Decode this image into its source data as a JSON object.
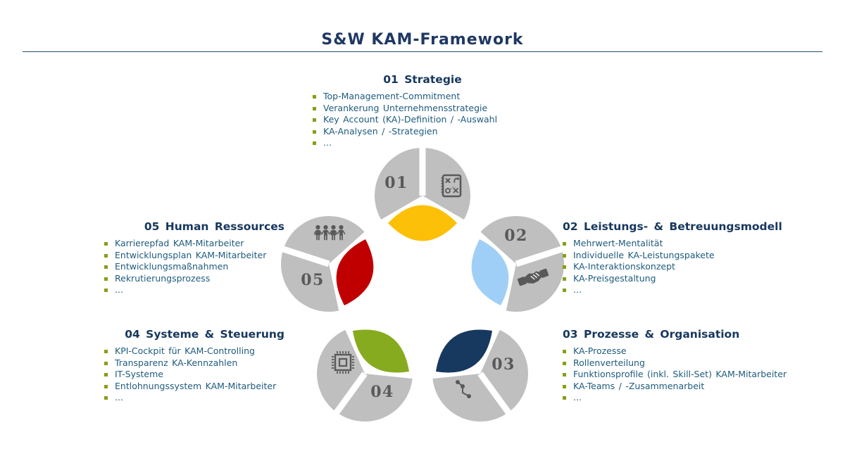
{
  "title": "S&W KAM-Framework",
  "colors": {
    "heading": "#17375E",
    "title": "#1F3864",
    "body_text": "#1E5B7D",
    "bullet": "#84A016",
    "segment_gray": "#BFBFBF",
    "number_gray": "#595959",
    "divider_line": "#1F4E74"
  },
  "sections": [
    {
      "num": "01",
      "heading": "01 Strategie",
      "color": "#FDC008",
      "icon": "strategy-playbook",
      "items": [
        "Top-Management-Commitment",
        "Verankerung Unternehmensstrategie",
        "Key Account (KA)-Definition / -Auswahl",
        "KA-Analysen / -Strategien",
        "..."
      ]
    },
    {
      "num": "02",
      "heading": "02 Leistungs- & Betreuungsmodell",
      "color": "#9FCFF6",
      "icon": "handshake",
      "items": [
        "Mehrwert-Mentalität",
        "Individuelle KA-Leistungspakete",
        "KA-Interaktionskonzept",
        "KA-Preisgestaltung",
        "..."
      ]
    },
    {
      "num": "03",
      "heading": "03 Prozesse & Organisation",
      "color": "#17395F",
      "icon": "process-flow",
      "items": [
        "KA-Prozesse",
        "Rollenverteilung",
        "Funktionsprofile (inkl. Skill-Set) KAM-Mitarbeiter",
        "KA-Teams / -Zusammenarbeit",
        "..."
      ]
    },
    {
      "num": "04",
      "heading": "04 Systeme & Steuerung",
      "color": "#87AB1F",
      "icon": "cpu-chip",
      "items": [
        "KPI-Cockpit für KAM-Controlling",
        "Transparenz KA-Kennzahlen",
        "IT-Systeme",
        "Entlohnungssystem KAM-Mitarbeiter",
        "..."
      ]
    },
    {
      "num": "05",
      "heading": "05 Human Ressources",
      "color": "#C00000",
      "icon": "people-group",
      "items": [
        "Karrierepfad KAM-Mitarbeiter",
        "Entwicklungsplan KAM-Mitarbeiter",
        "Entwicklungsmaßnahmen",
        "Rekrutierungsprozess",
        "..."
      ]
    }
  ]
}
